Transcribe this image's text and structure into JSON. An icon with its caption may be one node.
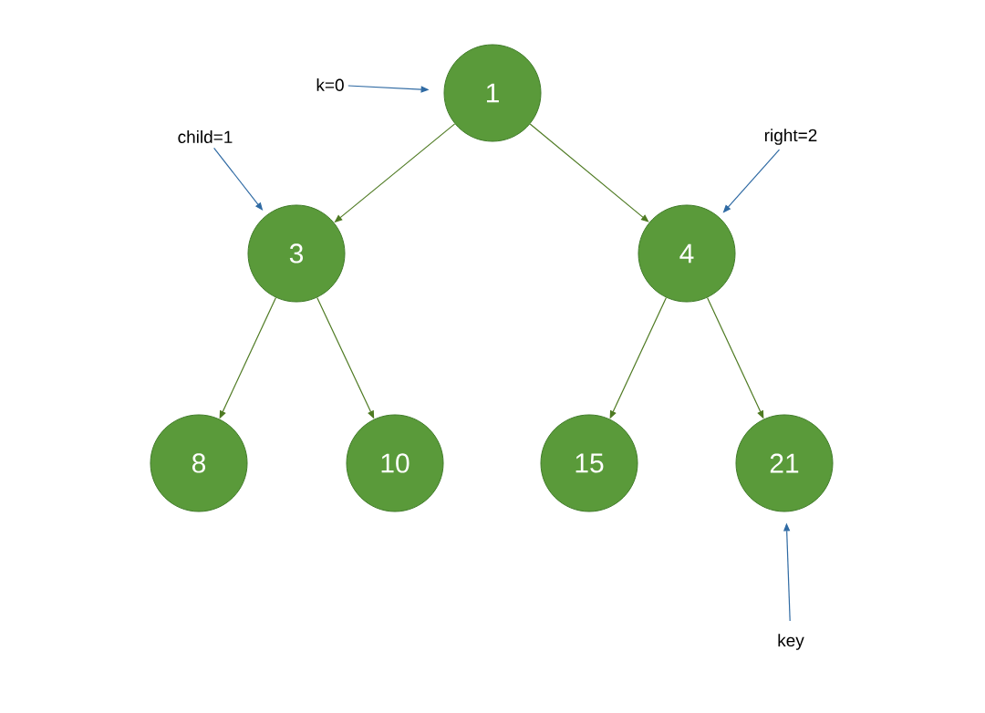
{
  "diagram": {
    "nodes": [
      {
        "text": [
          "1"
        ]
      },
      {
        "text": [
          "3"
        ]
      },
      {
        "text": [
          "4"
        ]
      },
      {
        "text": [
          "8"
        ]
      },
      {
        "text": [
          "10"
        ]
      },
      {
        "text": [
          "15"
        ]
      },
      {
        "text": [
          "21"
        ]
      },
      {
        "text": [
          "k=0"
        ]
      },
      {
        "text": [
          "child=1"
        ]
      },
      {
        "text": [
          "right=2"
        ]
      },
      {
        "text": [
          "key"
        ]
      }
    ],
    "edges": [
      {
        "from": 0,
        "to": 1,
        "arrow": "to"
      },
      {
        "from": 0,
        "to": 2,
        "arrow": "to"
      },
      {
        "from": 1,
        "to": 3,
        "arrow": "to"
      },
      {
        "from": 1,
        "to": 4,
        "arrow": "to"
      },
      {
        "from": 2,
        "to": 5,
        "arrow": "to"
      },
      {
        "from": 2,
        "to": 6,
        "arrow": "to"
      },
      {
        "from": 7,
        "to": 0,
        "arrow": "to",
        "color": "#2f6aa3"
      },
      {
        "from": 8,
        "to": 1,
        "arrow": "to",
        "color": "#2f6aa3"
      },
      {
        "from": 9,
        "to": 2,
        "arrow": "to",
        "color": "#2f6aa3"
      },
      {
        "from": 10,
        "to": 6,
        "arrow": "to",
        "color": "#2f6aa3"
      }
    ]
  }
}
